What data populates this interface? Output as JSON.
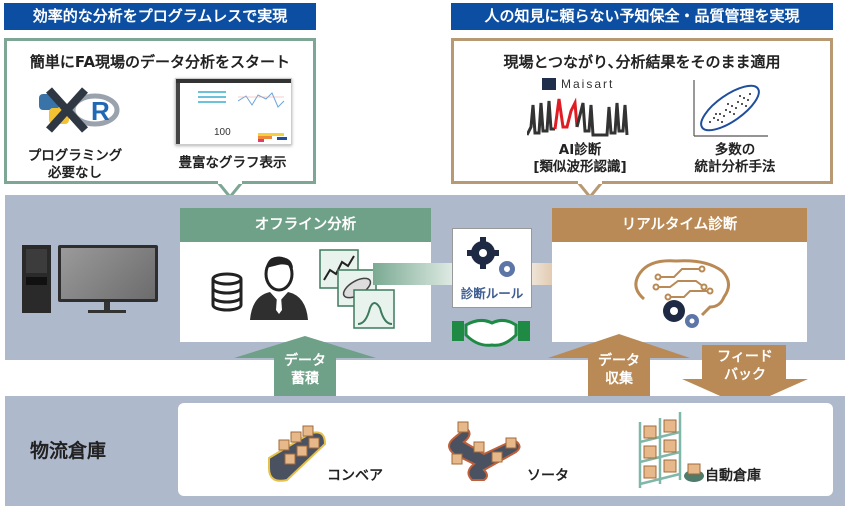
{
  "left_panel": {
    "header": "効率的な分析をプログラムレスで実現",
    "title": "簡単にFA現場のデータ分析をスタート",
    "items": [
      {
        "icon": "python-r-crossed-icon",
        "label_line1": "プログラミング",
        "label_line2": "必要なし"
      },
      {
        "icon": "dashboard-screenshot",
        "label_line1": "豊富なグラフ表示",
        "dashboard_value": "100"
      }
    ]
  },
  "right_panel": {
    "header": "人の知見に頼らない予知保全・品質管理を実現",
    "title": "現場とつながり､分析結果をそのまま適用",
    "brand": "Maisart",
    "items": [
      {
        "icon": "waveform-icon",
        "label_line1": "AI診断",
        "label_line2": "[類似波形認識]"
      },
      {
        "icon": "scatter-ellipse-icon",
        "label_line1": "多数の",
        "label_line2": "統計分析手法"
      }
    ]
  },
  "middle": {
    "offline": {
      "title": "オフライン分析"
    },
    "realtime": {
      "title": "リアルタイム診断"
    },
    "rule_label": "診断ルール",
    "arrow_accumulate": {
      "line1": "データ",
      "line2": "蓄積"
    },
    "arrow_collect": {
      "line1": "データ",
      "line2": "収集"
    },
    "arrow_feedback": {
      "line1": "フィード",
      "line2": "バック"
    }
  },
  "warehouse": {
    "label": "物流倉庫",
    "items": [
      {
        "label": "コンベア"
      },
      {
        "label": "ソータ"
      },
      {
        "label": "自動倉庫"
      }
    ]
  },
  "colors": {
    "header_blue": "#0b4ea2",
    "offline_green": "#6fa088",
    "realtime_brown": "#b98a55",
    "band_gray": "#aeb9cc"
  }
}
